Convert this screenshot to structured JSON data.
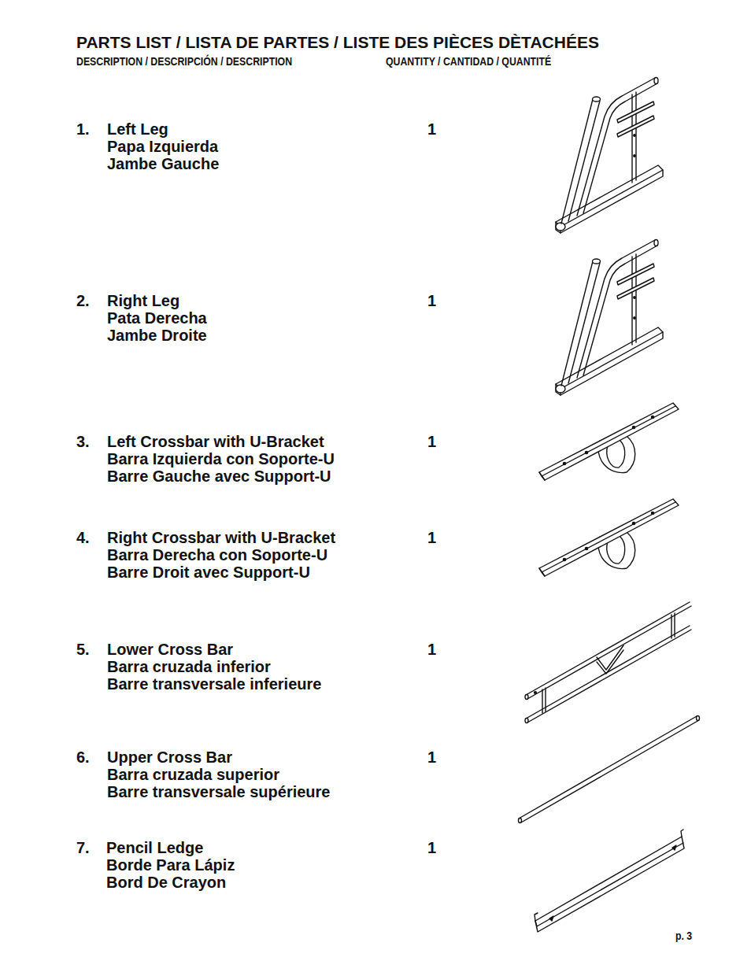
{
  "diagram": {
    "title": "PARTS LIST / LISTA DE PARTES / LISTE DES PIÈCES DÈTACHÉES",
    "labels": [
      "DESCRIPTION / DESCRIPCIÓN / DESCRIPTION",
      "QUANTITY / CANTIDAD / QUANTITÉ",
      "1.",
      "Left Leg",
      "Papa Izquierda",
      "Jambe Gauche",
      "1",
      "2.",
      "Right Leg",
      "Pata Derecha",
      "Jambe Droite",
      "1",
      "3.",
      "Left Crossbar with U-Bracket",
      "Barra Izquierda con Soporte-U",
      "Barre Gauche avec Support-U",
      "1",
      "4.",
      "Right Crossbar with U-Bracket",
      "Barra Derecha con Soporte-U",
      "Barre Droit avec Support-U",
      "1",
      "5.",
      "Lower Cross Bar",
      "Barra cruzada inferior",
      "Barre transversale inferieure",
      "1",
      "6.",
      "Upper Cross Bar",
      "Barra cruzada superior",
      "Barre transversale supérieure",
      "1",
      "7.",
      "Pencil Ledge",
      "Borde Para Lápiz",
      "Bord De Crayon",
      "1",
      "p. 3"
    ]
  }
}
